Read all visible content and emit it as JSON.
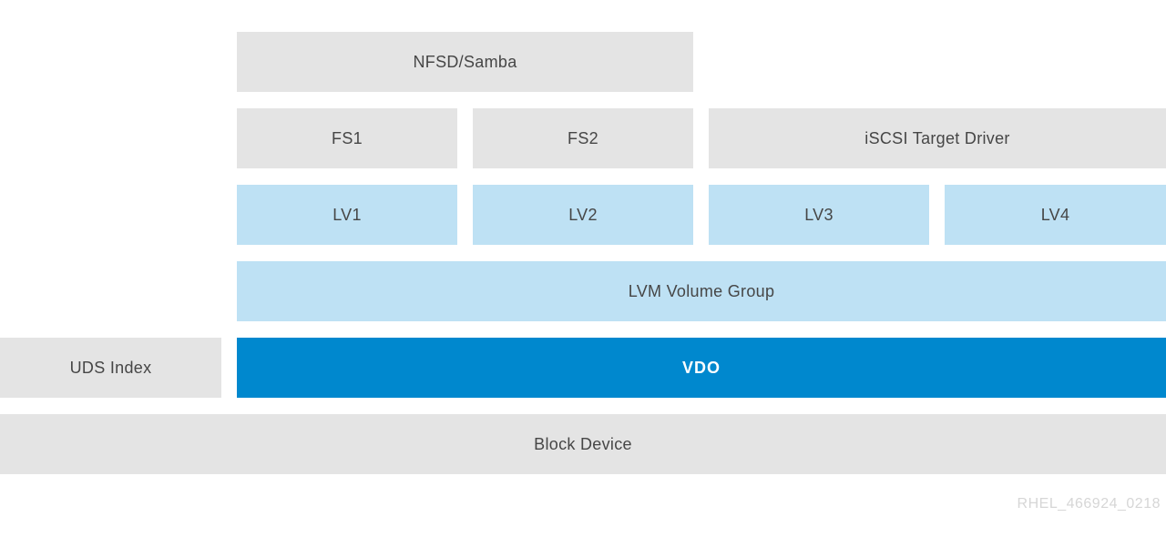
{
  "colors": {
    "gray": "#e4e4e4",
    "light_blue": "#bee1f4",
    "blue": "#0088ce",
    "label_text": "#464646",
    "vdo_text": "#ffffff",
    "watermark_text": "#d6d6d6"
  },
  "boxes": [
    {
      "id": "nfsd",
      "label": "NFSD/Samba",
      "kind": "gray"
    },
    {
      "id": "fs1",
      "label": "FS1",
      "kind": "gray"
    },
    {
      "id": "fs2",
      "label": "FS2",
      "kind": "gray"
    },
    {
      "id": "iscsi",
      "label": "iSCSI Target Driver",
      "kind": "gray"
    },
    {
      "id": "lv1",
      "label": "LV1",
      "kind": "light_blue"
    },
    {
      "id": "lv2",
      "label": "LV2",
      "kind": "light_blue"
    },
    {
      "id": "lv3",
      "label": "LV3",
      "kind": "light_blue"
    },
    {
      "id": "lv4",
      "label": "LV4",
      "kind": "light_blue"
    },
    {
      "id": "lvm",
      "label": "LVM Volume Group",
      "kind": "light_blue"
    },
    {
      "id": "uds",
      "label": "UDS Index",
      "kind": "gray"
    },
    {
      "id": "vdo",
      "label": "VDO",
      "kind": "blue"
    },
    {
      "id": "block",
      "label": "Block Device",
      "kind": "gray"
    }
  ],
  "watermark": "RHEL_466924_0218"
}
